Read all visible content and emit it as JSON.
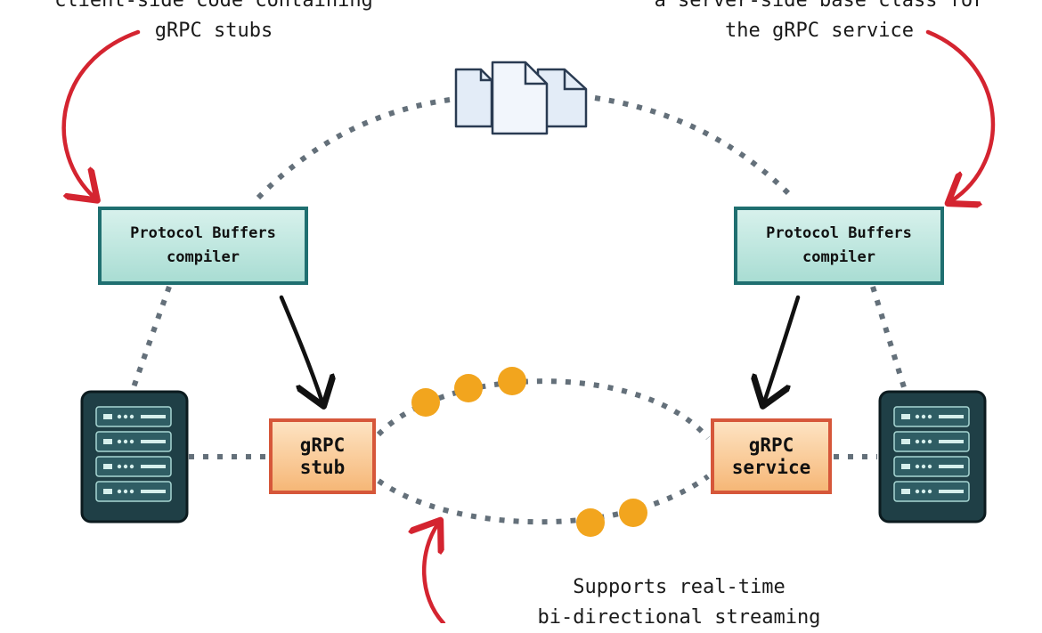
{
  "captions": {
    "client_top": [
      "client-side code containing",
      "gRPC stubs"
    ],
    "server_top": [
      "a server-side base class for",
      "the gRPC service"
    ],
    "streaming": [
      "Supports real-time",
      "bi-directional streaming"
    ]
  },
  "compiler_left": {
    "lines": [
      "Protocol Buffers",
      "compiler"
    ]
  },
  "compiler_right": {
    "lines": [
      "Protocol Buffers",
      "compiler"
    ]
  },
  "grpc_stub": {
    "lines": [
      "gRPC",
      "stub"
    ]
  },
  "grpc_service": {
    "lines": [
      "gRPC",
      "service"
    ]
  },
  "colors": {
    "teal_border": "#1f6f70",
    "orange_border": "#d6573a",
    "red_arrow": "#d42430",
    "dots": "#64707a",
    "message_dot": "#f2a51e",
    "server": "#1f3f46"
  }
}
